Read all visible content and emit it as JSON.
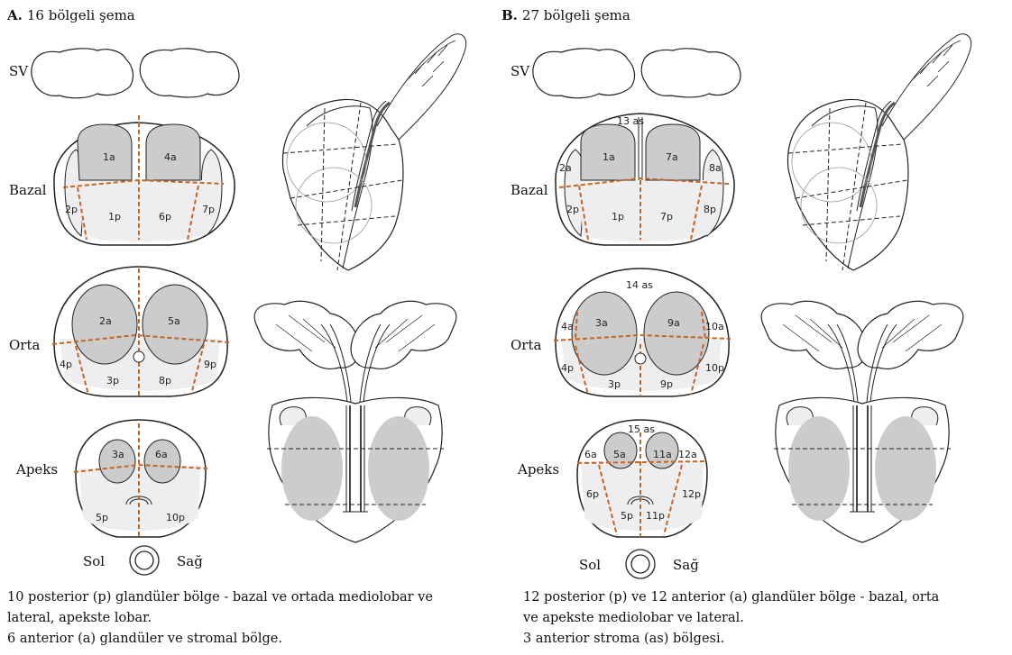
{
  "panels": [
    {
      "letter": "A.",
      "title": "16 bölgeli şema",
      "labels": {
        "sv": "SV",
        "bazal": "Bazal",
        "orta": "Orta",
        "apeks": "Apeks",
        "sol": "Sol",
        "sag": "Sağ"
      },
      "zones": {
        "bazal": [
          "1a",
          "4a",
          "2p",
          "1p",
          "6p",
          "7p"
        ],
        "orta": [
          "2a",
          "5a",
          "4p",
          "3p",
          "8p",
          "9p"
        ],
        "apeks": [
          "3a",
          "6a",
          "5p",
          "10p"
        ]
      },
      "caption": [
        "10 posterior (p) glandüler bölge - bazal ve ortada mediolobar ve",
        "lateral, apekste lobar.",
        "6 anterior (a) glandüler ve stromal bölge."
      ]
    },
    {
      "letter": "B.",
      "title": "27 bölgeli şema",
      "labels": {
        "sv": "SV",
        "bazal": "Bazal",
        "orta": "Orta",
        "apeks": "Apeks",
        "sol": "Sol",
        "sag": "Sağ"
      },
      "zones": {
        "bazal": [
          "13 as",
          "1a",
          "7a",
          "2a",
          "8a",
          "2p",
          "1p",
          "7p",
          "8p"
        ],
        "orta": [
          "14 as",
          "3a",
          "9a",
          "4a",
          "10a",
          "4p",
          "3p",
          "9p",
          "10p"
        ],
        "apeks": [
          "15 as",
          "5a",
          "11a",
          "6a",
          "12a",
          "6p",
          "12p",
          "5p",
          "11p"
        ]
      },
      "caption": [
        "12 posterior (p) ve 12 anterior (a) glandüler bölge - bazal, orta",
        "ve apekste mediolobar ve lateral.",
        "3 anterior stroma (as) bölgesi."
      ]
    }
  ],
  "colors": {
    "gland": "#cccccc",
    "zone_bg": "#eeeeee",
    "outline": "#222222",
    "divider": "#c0662a"
  }
}
